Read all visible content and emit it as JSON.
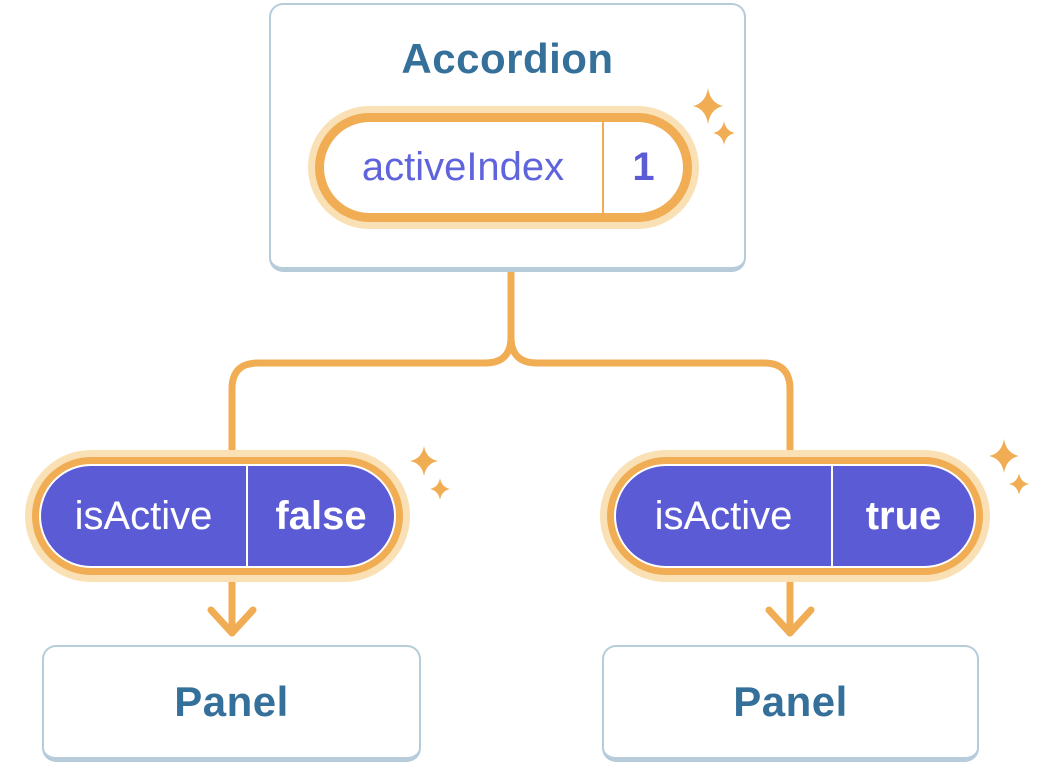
{
  "colors": {
    "orange": "#F1AD53",
    "orange_glow": "#FAE1B5",
    "purple": "#5B5BD6",
    "state_label": "#6064DC",
    "heading_blue": "#35709B",
    "card_border": "#B6CCDA"
  },
  "accordion": {
    "title": "Accordion",
    "state": {
      "label": "activeIndex",
      "value": "1"
    }
  },
  "branches": {
    "left": {
      "prop_label": "isActive",
      "prop_value": "false",
      "panel_title": "Panel"
    },
    "right": {
      "prop_label": "isActive",
      "prop_value": "true",
      "panel_title": "Panel"
    }
  }
}
